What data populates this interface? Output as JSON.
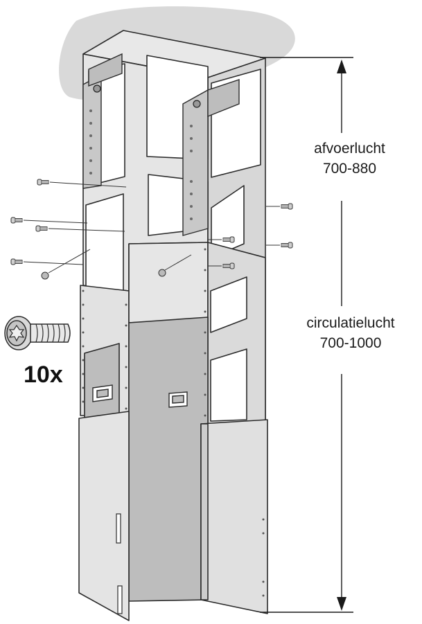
{
  "dimensions": {
    "exhaust": {
      "label": "afvoerlucht",
      "range": "700-880"
    },
    "recirculation": {
      "label": "circulatielucht",
      "range": "700-1000"
    }
  },
  "fasteners": {
    "quantity": "10x",
    "icon": "torx-screw-icon"
  },
  "colors": {
    "panel": "#e3e3e3",
    "panel_dark": "#bdbdbd",
    "panel_back": "#c9c9c9",
    "outline": "#2b2b2b",
    "ceiling": "#d0d0d0"
  }
}
